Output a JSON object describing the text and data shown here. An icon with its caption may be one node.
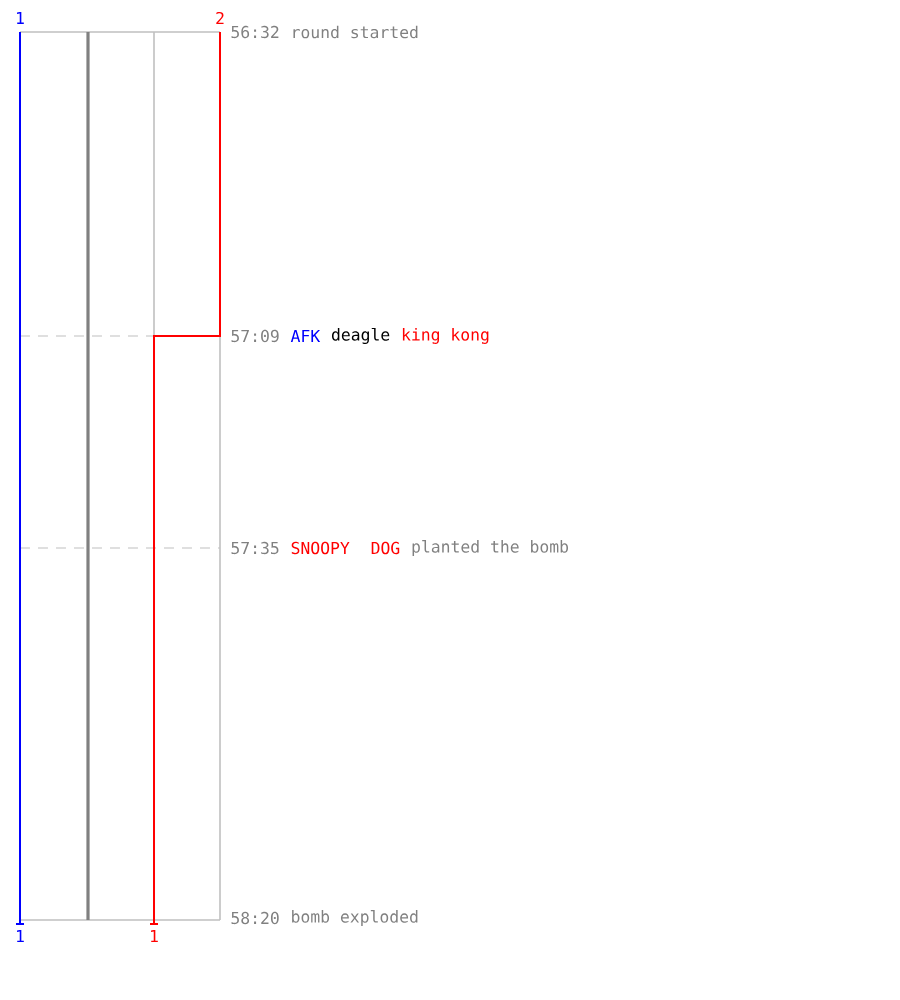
{
  "diagram": {
    "labels": [
      "1",
      "2",
      "56:32",
      "round started",
      "57:09",
      "AFK",
      "deagle",
      "king kong",
      "57:35",
      "SNOOPY",
      "DOG",
      "planted the bomb",
      "58:20",
      "bomb exploded",
      "1",
      "1"
    ]
  }
}
